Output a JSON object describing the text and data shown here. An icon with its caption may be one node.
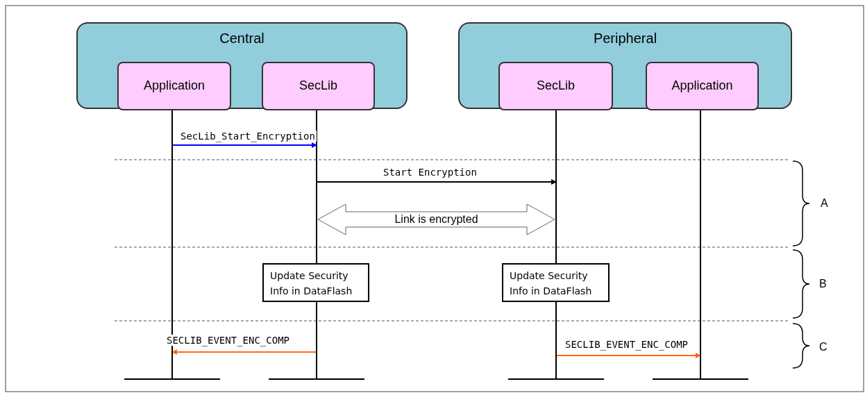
{
  "diagram": {
    "nodes": [
      {
        "text": [
          "Central"
        ]
      },
      {
        "text": [
          "Application"
        ],
        "in": 0
      },
      {
        "text": [
          "SecLib"
        ],
        "in": 0
      },
      {
        "text": [
          "Peripheral"
        ]
      },
      {
        "text": [
          "SecLib"
        ],
        "in": 3
      },
      {
        "text": [
          "Application"
        ],
        "in": 3
      },
      {
        "text": [],
        "shape": "line"
      },
      {
        "text": [],
        "shape": "line"
      },
      {
        "text": [],
        "shape": "line"
      },
      {
        "text": [],
        "shape": "line"
      },
      {
        "text": [
          "Update Security Info in DataFlash"
        ]
      },
      {
        "text": [
          "Update Security Info in DataFlash"
        ]
      }
    ],
    "edges": [
      {
        "from": 6,
        "to": 7,
        "arrow": "to",
        "label": "SecLib_Start_Encryption",
        "color": "#0000ff"
      },
      {
        "from": 7,
        "to": 8,
        "arrow": "to",
        "label": "Start Encryption",
        "color": "#000000"
      },
      {
        "from": 7,
        "to": 8,
        "arrow": "both",
        "label": "Link is encrypted",
        "style": "thick"
      },
      {
        "from": 7,
        "to": 6,
        "arrow": "to",
        "label": "SECLIB_EVENT_ENC_COMP",
        "color": "#ff6a13"
      },
      {
        "from": 8,
        "to": 9,
        "arrow": "to",
        "label": "SECLIB_EVENT_ENC_COMP",
        "color": "#ff6a13"
      }
    ],
    "labels": [
      "A",
      "B",
      "C"
    ]
  }
}
